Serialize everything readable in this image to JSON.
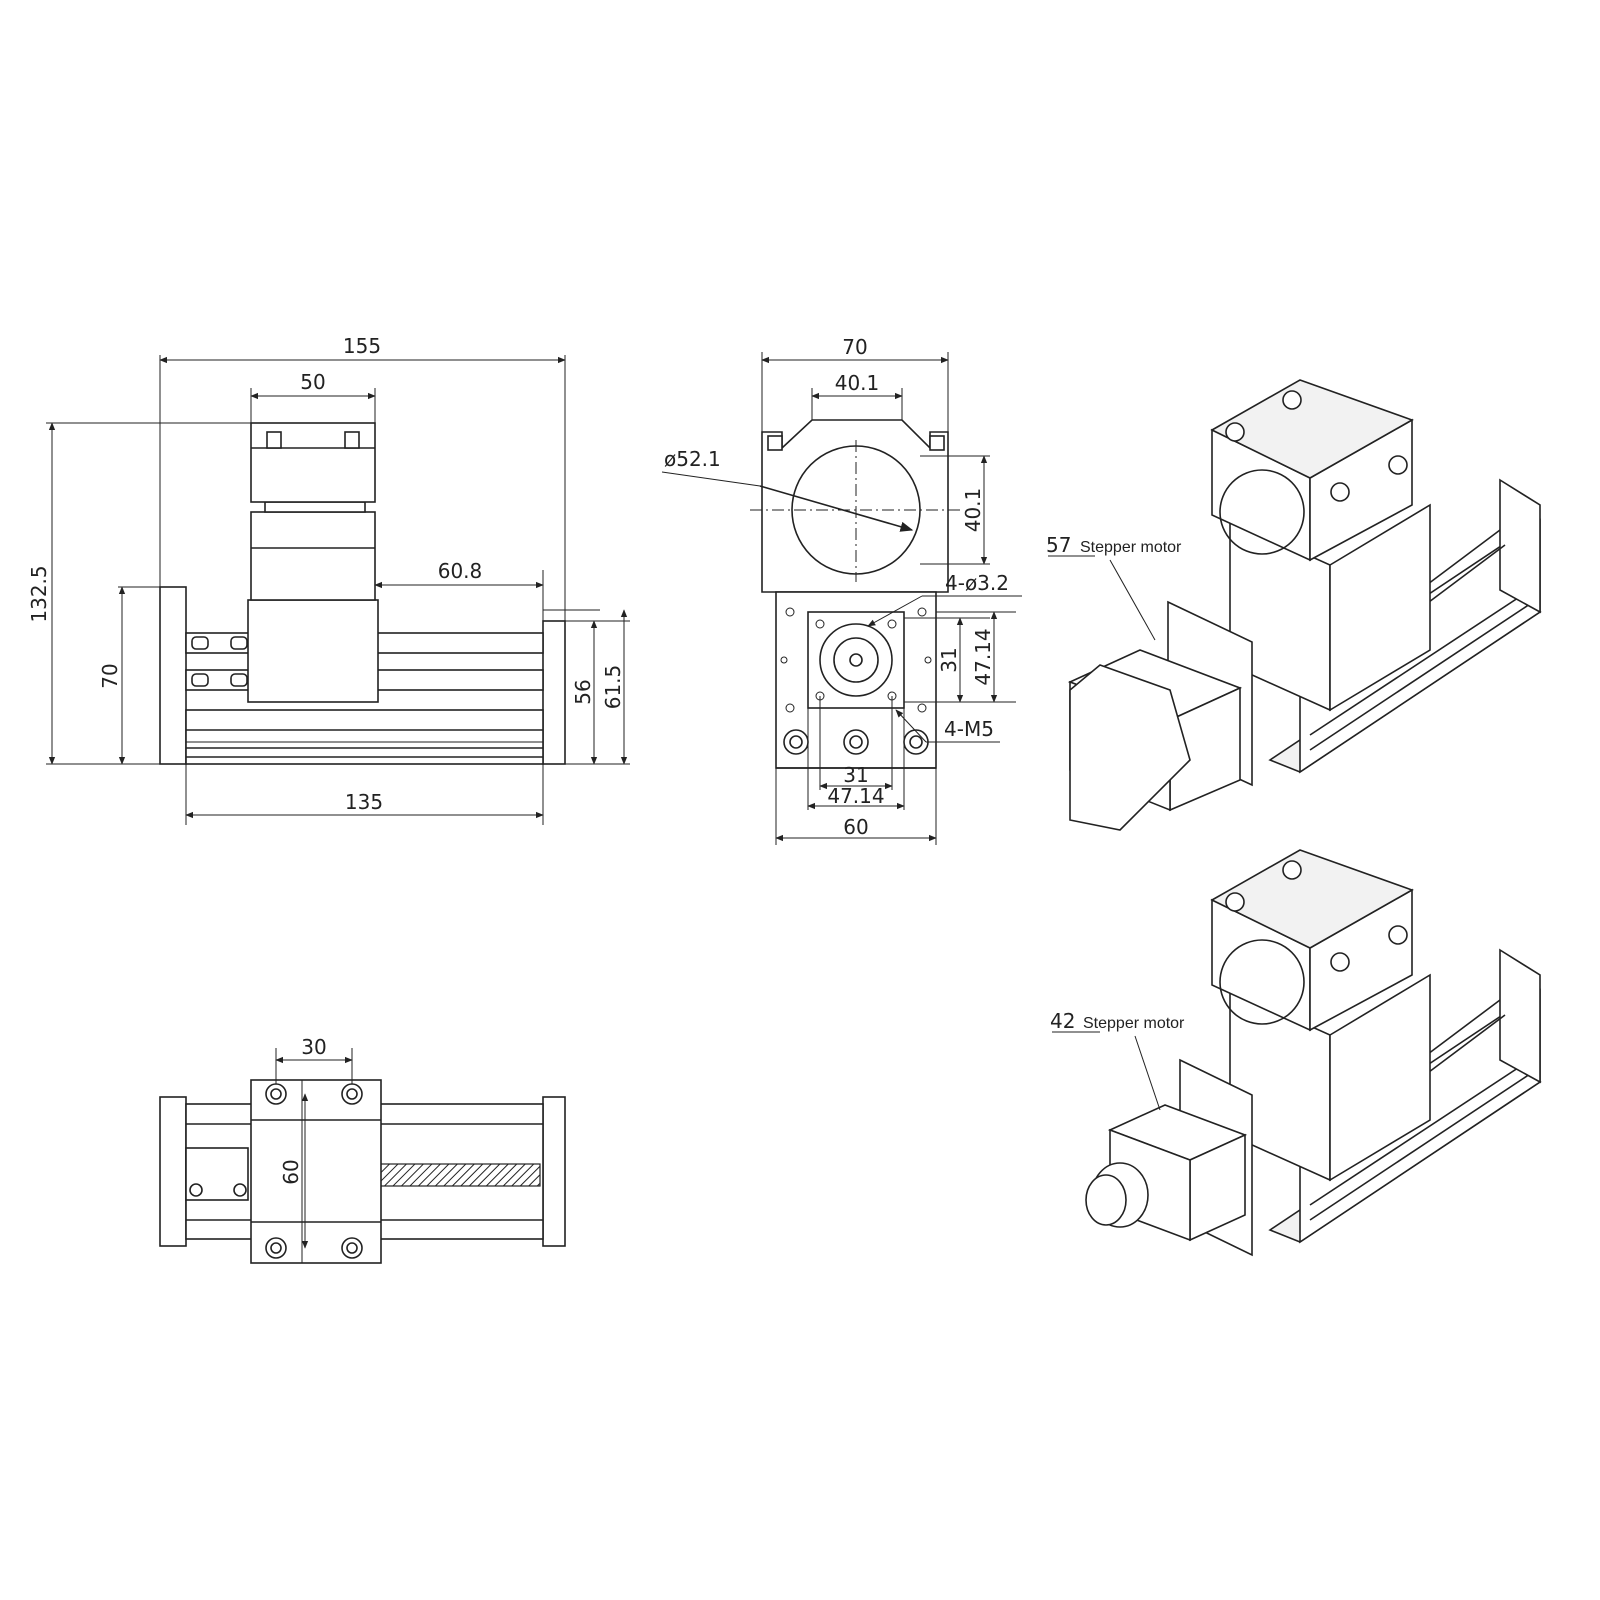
{
  "front_view": {
    "dims": {
      "overall_width": "155",
      "clamp_width": "50",
      "overall_height": "132.5",
      "slider_offset": "60.8",
      "end_height": "70",
      "mid_height": "56",
      "rail_height": "61.5",
      "base_length": "135"
    }
  },
  "side_view": {
    "dims": {
      "top_width": "70",
      "clamp_span": "40.1",
      "clamp_height": "40.1",
      "bore_dia": "ø52.1",
      "hole_spec": "4-ø3.2",
      "hole_spacing_v": "31",
      "flange_v": "47.14",
      "thread_spec": "4-M5",
      "hole_spacing_h": "31",
      "flange_h": "47.14",
      "base_width": "60"
    }
  },
  "top_view": {
    "dims": {
      "bolt_pitch": "30",
      "carriage_width": "60"
    }
  },
  "iso_views": {
    "upper_label_num": "57",
    "upper_label_text": "Stepper motor",
    "lower_label_num": "42",
    "lower_label_text": "Stepper motor"
  }
}
